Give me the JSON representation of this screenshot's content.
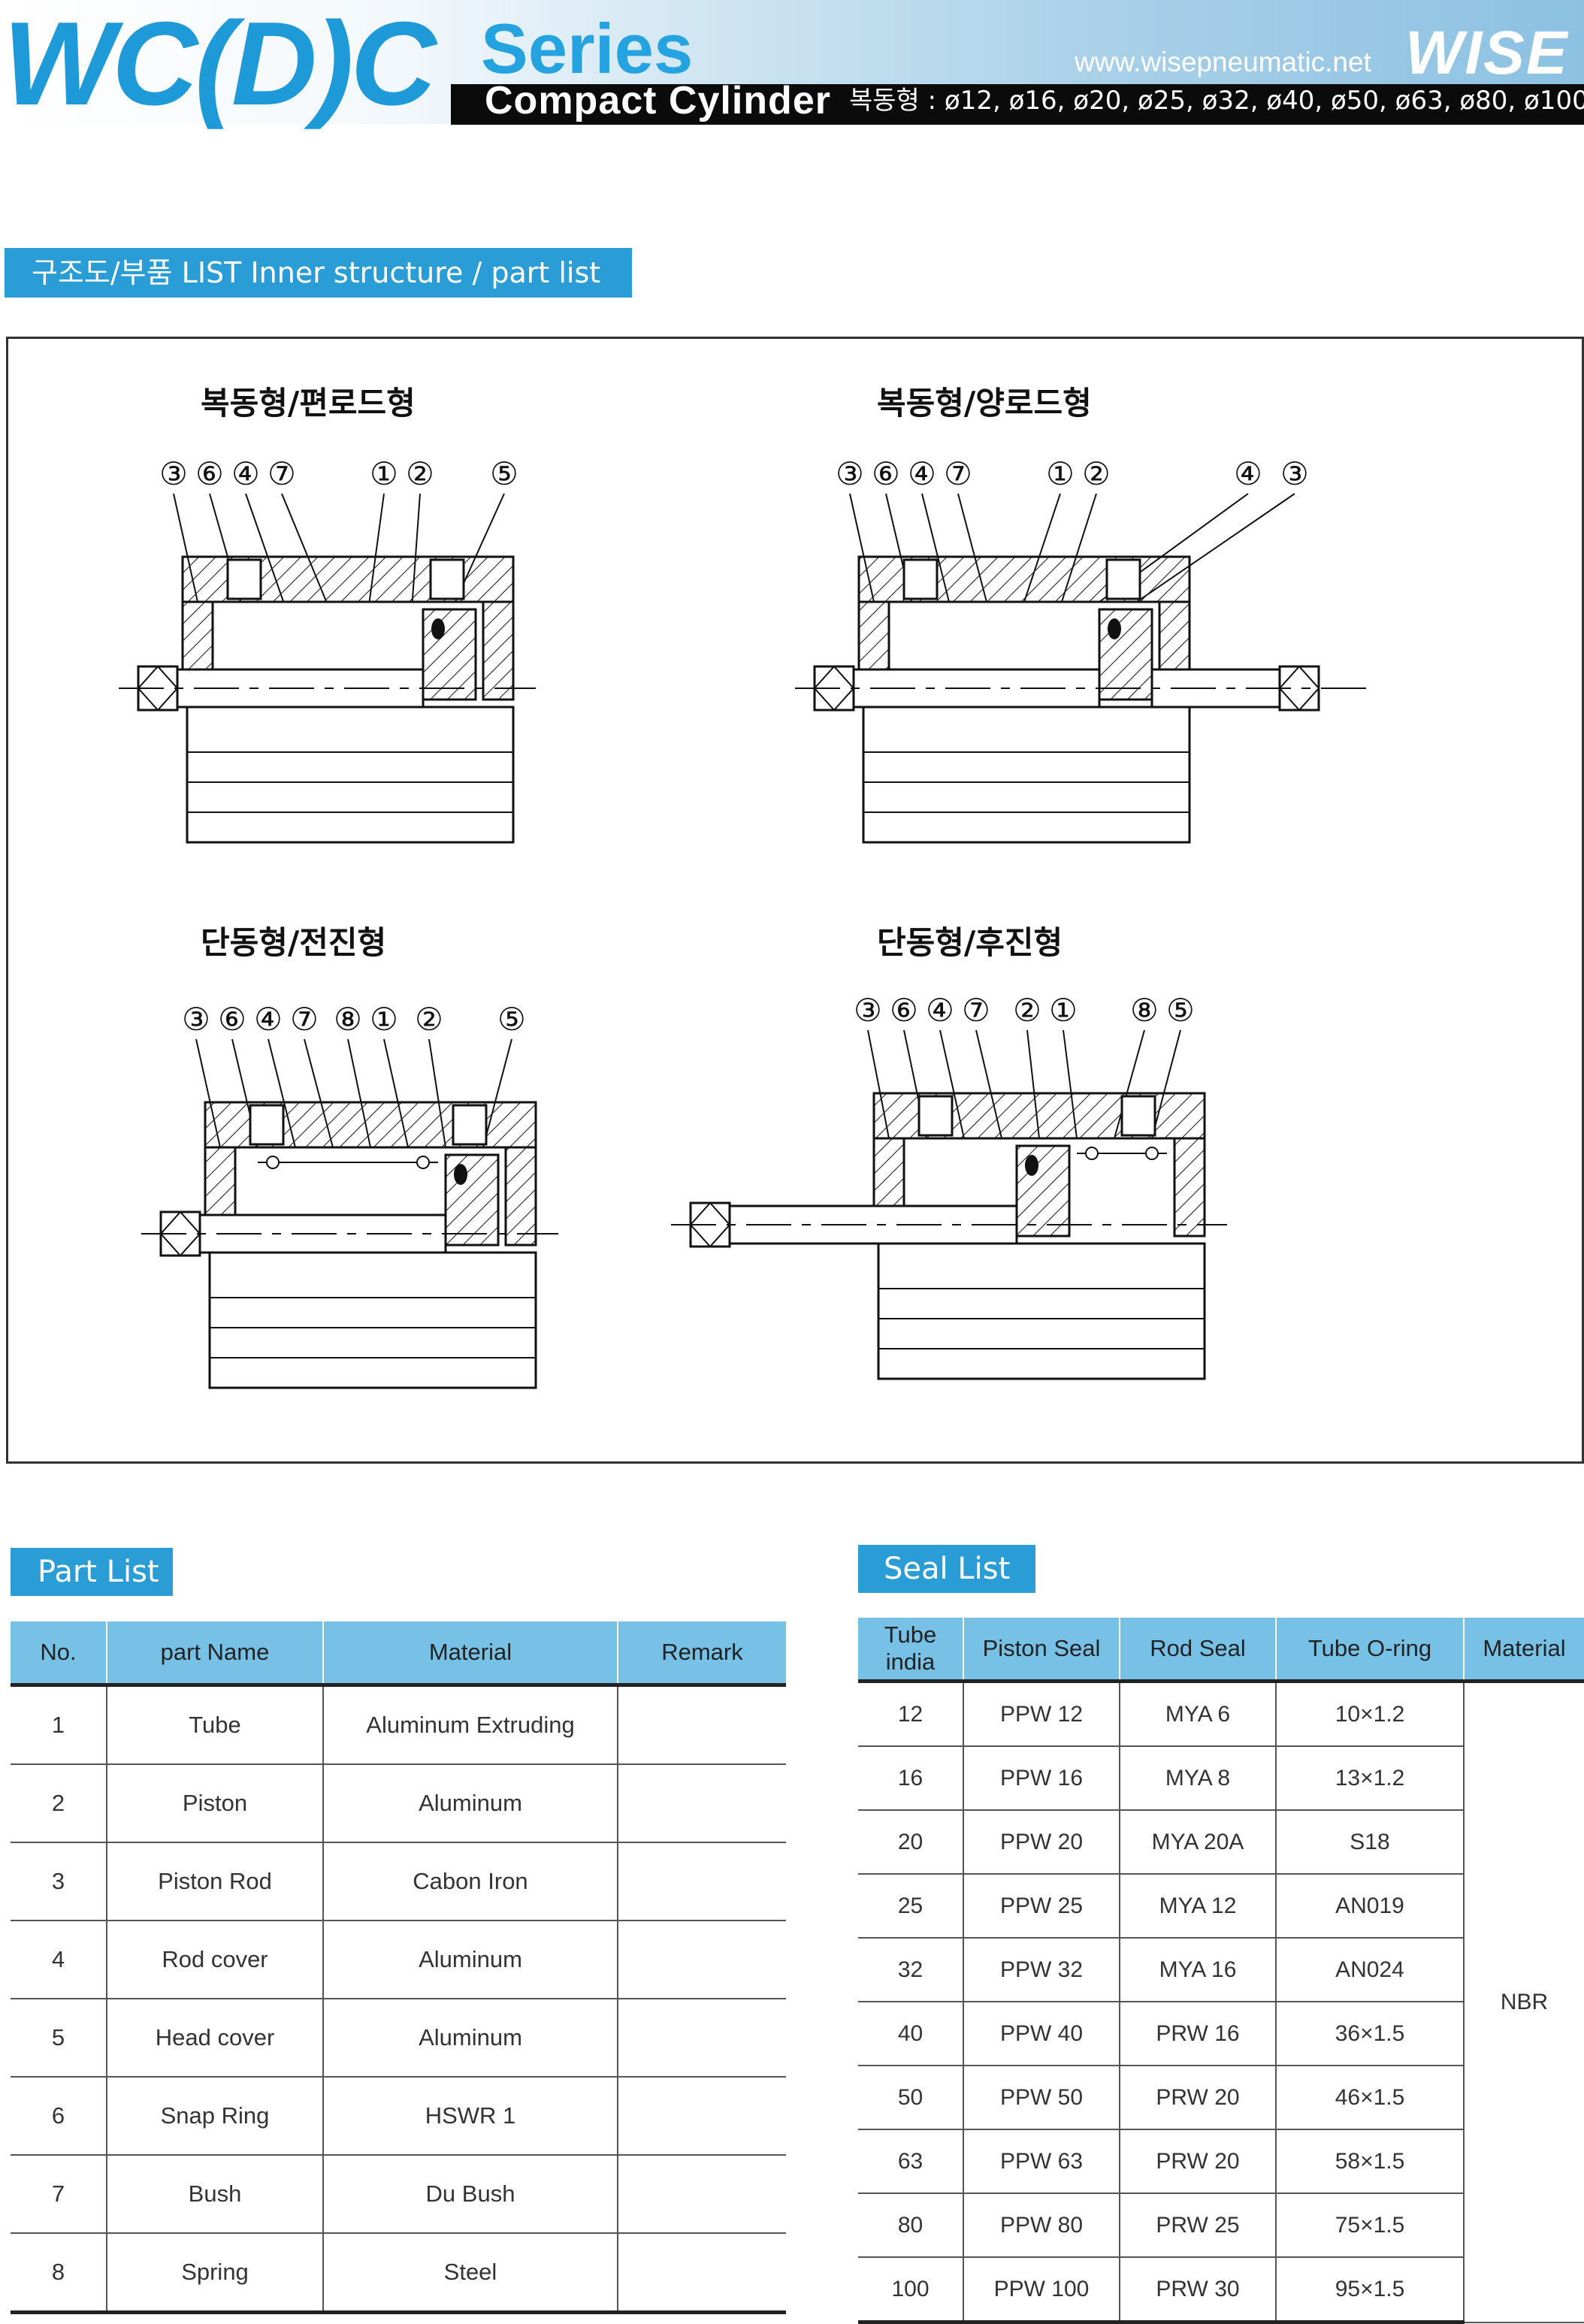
{
  "header": {
    "model": "WC(D)C",
    "series": "Series",
    "subtitle": "Compact Cylinder",
    "sizes": "복동형 : ø12, ø16, ø20, ø25, ø32, ø40, ø50, ø63, ø80, ø100",
    "url": "www.wisepneumatic.net",
    "brand": "WISE"
  },
  "structure": {
    "tag": "구조도/부품 LIST  Inner structure / part list",
    "diagrams": [
      {
        "title": "복동형/편로드형",
        "callouts": [
          "③",
          "⑥",
          "④",
          "⑦",
          "①",
          "②",
          "⑤"
        ]
      },
      {
        "title": "복동형/양로드형",
        "callouts": [
          "③",
          "⑥",
          "④",
          "⑦",
          "①",
          "②",
          "④",
          "③"
        ]
      },
      {
        "title": "단동형/전진형",
        "callouts": [
          "③",
          "⑥",
          "④",
          "⑦",
          "⑧",
          "①",
          "②",
          "⑤"
        ]
      },
      {
        "title": "단동형/후진형",
        "callouts": [
          "③",
          "⑥",
          "④",
          "⑦",
          "②",
          "①",
          "⑧",
          "⑤"
        ]
      }
    ]
  },
  "part_list": {
    "tag": "Part List",
    "headers": [
      "No.",
      "part Name",
      "Material",
      "Remark"
    ],
    "rows": [
      [
        "1",
        "Tube",
        "Aluminum Extruding",
        ""
      ],
      [
        "2",
        "Piston",
        "Aluminum",
        ""
      ],
      [
        "3",
        "Piston Rod",
        "Cabon Iron",
        ""
      ],
      [
        "4",
        "Rod cover",
        "Aluminum",
        ""
      ],
      [
        "5",
        "Head cover",
        "Aluminum",
        ""
      ],
      [
        "6",
        "Snap Ring",
        "HSWR 1",
        ""
      ],
      [
        "7",
        "Bush",
        "Du Bush",
        ""
      ],
      [
        "8",
        "Spring",
        "Steel",
        ""
      ]
    ]
  },
  "seal_list": {
    "tag": "Seal List",
    "headers": [
      "Tube india",
      "Piston Seal",
      "Rod Seal",
      "Tube O-ring",
      "Material"
    ],
    "material": "NBR",
    "rows": [
      [
        "12",
        "PPW 12",
        "MYA 6",
        "10×1.2"
      ],
      [
        "16",
        "PPW 16",
        "MYA 8",
        "13×1.2"
      ],
      [
        "20",
        "PPW 20",
        "MYA 20A",
        "S18"
      ],
      [
        "25",
        "PPW 25",
        "MYA 12",
        "AN019"
      ],
      [
        "32",
        "PPW 32",
        "MYA 16",
        "AN024"
      ],
      [
        "40",
        "PPW 40",
        "PRW 16",
        "36×1.5"
      ],
      [
        "50",
        "PPW 50",
        "PRW 20",
        "46×1.5"
      ],
      [
        "63",
        "PPW 63",
        "PRW 20",
        "58×1.5"
      ],
      [
        "80",
        "PPW 80",
        "PRW 25",
        "75×1.5"
      ],
      [
        "100",
        "PPW 100",
        "PRW 30",
        "95×1.5"
      ]
    ]
  }
}
